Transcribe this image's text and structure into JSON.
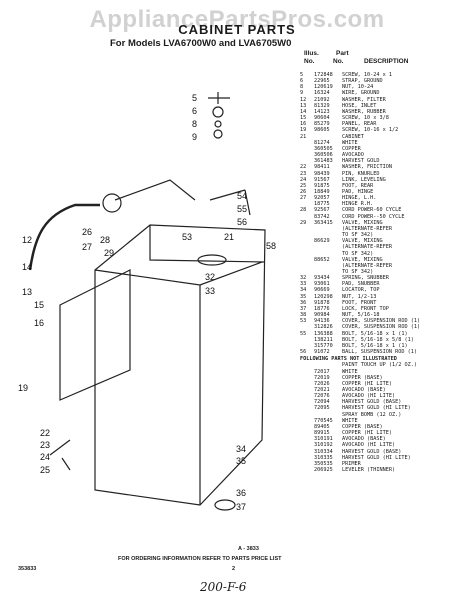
{
  "watermark": "AppliancePartsPros.com",
  "title": "CABINET PARTS",
  "subtitle": "For Models LVA6700W0 and LVA6705W0",
  "columns": {
    "illus": "Illus.",
    "no": "No.",
    "part": "Part",
    "part_no": "No.",
    "desc": "DESCRIPTION"
  },
  "parts": [
    {
      "i": "5",
      "p": "172848",
      "d": "SCREW, 10-24 x 1"
    },
    {
      "i": "6",
      "p": "22965",
      "d": "STRAP, GROUND"
    },
    {
      "i": "8",
      "p": "120619",
      "d": "NUT, 10-24"
    },
    {
      "i": "9",
      "p": "16324",
      "d": "WIRE, GROUND"
    },
    {
      "i": "12",
      "p": "21092",
      "d": "WASHER, FILTER"
    },
    {
      "i": "13",
      "p": "81329",
      "d": "HOSE, INLET"
    },
    {
      "i": "14",
      "p": "14123",
      "d": "WASHER, RUBBER"
    },
    {
      "i": "15",
      "p": "90604",
      "d": "SCREW, 10 x 3/8"
    },
    {
      "i": "16",
      "p": "85279",
      "d": "PANEL, REAR"
    },
    {
      "i": "19",
      "p": "98605",
      "d": "SCREW, 10-16 x 1/2"
    },
    {
      "i": "21",
      "p": "",
      "d": "CABINET"
    },
    {
      "i": "",
      "p": "81274",
      "d": "WHITE"
    },
    {
      "i": "",
      "p": "360505",
      "d": "COPPER"
    },
    {
      "i": "",
      "p": "360506",
      "d": "AVOCADO"
    },
    {
      "i": "",
      "p": "361483",
      "d": "HARVEST GOLD"
    },
    {
      "i": "22",
      "p": "98411",
      "d": "WASHER, FRICTION"
    },
    {
      "i": "23",
      "p": "98439",
      "d": "PIN, KNURLED"
    },
    {
      "i": "24",
      "p": "91567",
      "d": "LINK, LEVELING"
    },
    {
      "i": "25",
      "p": "91875",
      "d": "FOOT, REAR"
    },
    {
      "i": "26",
      "p": "18849",
      "d": "PAD, HINGE"
    },
    {
      "i": "27",
      "p": "92057",
      "d": "HINGE, L.H."
    },
    {
      "i": "",
      "p": "18775",
      "d": "HINGE R.H."
    },
    {
      "i": "28",
      "p": "92567",
      "d": "CORD POWER-60 CYCLE"
    },
    {
      "i": "",
      "p": "83742",
      "d": "CORD POWER--50 CYCLE"
    },
    {
      "i": "29",
      "p": "363415",
      "d": "VALVE, MIXING"
    },
    {
      "i": "",
      "p": "",
      "d": "(ALTERNATE-REFER"
    },
    {
      "i": "",
      "p": "",
      "d": "TO SF 342)"
    },
    {
      "i": "",
      "p": "86629",
      "d": "VALVE, MIXING"
    },
    {
      "i": "",
      "p": "",
      "d": "(ALTERNATE-REFER"
    },
    {
      "i": "",
      "p": "",
      "d": "TO SF 342)"
    },
    {
      "i": "",
      "p": "88652",
      "d": "VALVE, MIXING"
    },
    {
      "i": "",
      "p": "",
      "d": "(ALTERNATE-REFER"
    },
    {
      "i": "",
      "p": "",
      "d": "TO SF 342)"
    },
    {
      "i": "32",
      "p": "93434",
      "d": "SPRING, SNUBBER"
    },
    {
      "i": "33",
      "p": "93061",
      "d": "PAD, SNUBBER"
    },
    {
      "i": "34",
      "p": "90669",
      "d": "LOCATOR, TOP"
    },
    {
      "i": "35",
      "p": "120298",
      "d": "NUT, 1/2-13"
    },
    {
      "i": "36",
      "p": "91878",
      "d": "FOOT, FRONT"
    },
    {
      "i": "37",
      "p": "18776",
      "d": "LOCK, FRONT TOP"
    },
    {
      "i": "38",
      "p": "90984",
      "d": "NUT, 5/16-18"
    },
    {
      "i": "53",
      "p": "94136",
      "d": "COVER, SUSPENSION ROD (1)"
    },
    {
      "i": "",
      "p": "312826",
      "d": "COVER, SUSPENSION ROD (1)"
    },
    {
      "i": "55",
      "p": "136388",
      "d": "BOLT, 5/16-18 x 1 (1)"
    },
    {
      "i": "",
      "p": "138211",
      "d": "BOLT, 5/16-18 x 5/8 (1)"
    },
    {
      "i": "",
      "p": "315770",
      "d": "BOLT, 5/16-18 x 1 (1)"
    },
    {
      "i": "56",
      "p": "91072",
      "d": "BALL, SUSPENSION ROD (1)"
    }
  ],
  "following_header": "FOLLOWING PARTS NOT ILLUSTRATED",
  "not_illustrated": [
    {
      "p": "",
      "d": "PAINT TOUCH UP (1/2 OZ.)"
    },
    {
      "p": "72017",
      "d": "WHITE"
    },
    {
      "p": "72019",
      "d": "COPPER (BASE)"
    },
    {
      "p": "72026",
      "d": "COPPER (HI LITE)"
    },
    {
      "p": "72021",
      "d": "AVOCADO (BASE)"
    },
    {
      "p": "72076",
      "d": "AVOCADO (HI LITE)"
    },
    {
      "p": "72094",
      "d": "HARVEST GOLD (BASE)"
    },
    {
      "p": "72095",
      "d": "HARVEST GOLD (HI LITE)"
    },
    {
      "p": "",
      "d": "SPRAY BOMB (12 OZ.)"
    },
    {
      "p": "770545",
      "d": "WHITE"
    },
    {
      "p": "89405",
      "d": "COPPER (BASE)"
    },
    {
      "p": "89915",
      "d": "COPPER (HI LITE)"
    },
    {
      "p": "310191",
      "d": "AVOCADO (BASE)"
    },
    {
      "p": "310192",
      "d": "AVOCADO (HI LITE)"
    },
    {
      "p": "310334",
      "d": "HARVEST GOLD (BASE)"
    },
    {
      "p": "310335",
      "d": "HARVEST GOLD (HI LITE)"
    },
    {
      "p": "350535",
      "d": "PRIMER"
    },
    {
      "p": "206925",
      "d": "LEVELER (THINNER)"
    }
  ],
  "callouts": [
    "5",
    "6",
    "8",
    "9",
    "12",
    "26",
    "27",
    "28",
    "29",
    "14",
    "13",
    "15",
    "16",
    "19",
    "22",
    "23",
    "24",
    "25",
    "54",
    "55",
    "56",
    "53",
    "21",
    "58",
    "32",
    "33",
    "34",
    "35",
    "36",
    "37"
  ],
  "figure_id": "A - 3833",
  "footer": {
    "note": "FOR ORDERING INFORMATION REFER TO PARTS PRICE LIST",
    "left": "353833",
    "page": "2",
    "handwritten": "200-F-6"
  }
}
